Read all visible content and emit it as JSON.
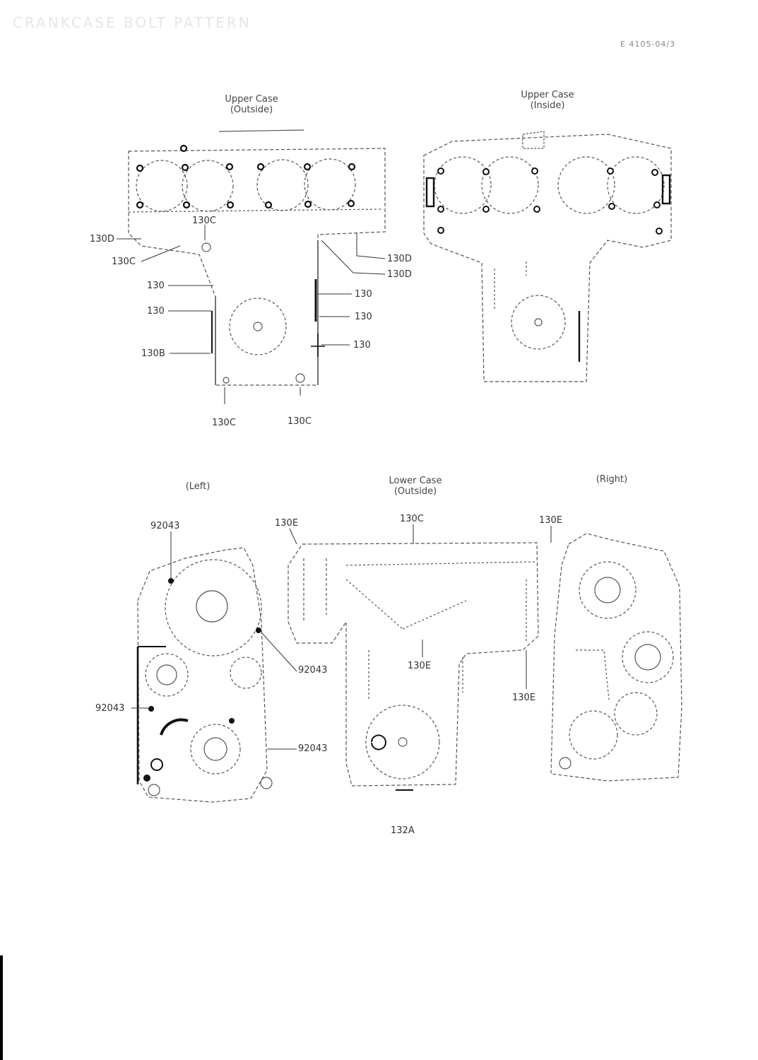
{
  "header": {
    "faint_title": "CRANKCASE BOLT PATTERN",
    "page_code": "E 4105-04/3"
  },
  "views": {
    "upper_outside": {
      "line1": "Upper Case",
      "line2": "(Outside)"
    },
    "upper_inside": {
      "line1": "Upper Case",
      "line2": "(Inside)"
    },
    "lower_left": {
      "line1": "(Left)"
    },
    "lower_outside": {
      "line1": "Lower Case",
      "line2": "(Outside)"
    },
    "lower_right": {
      "line1": "(Right)"
    }
  },
  "callouts": {
    "uo_top": "130C",
    "uo_left_1": "130D",
    "uo_left_2": "130C",
    "uo_left_3": "130",
    "uo_left_4": "130",
    "uo_left_5": "130B",
    "uo_right_1": "130D",
    "uo_right_2": "130D",
    "uo_right_3": "130",
    "uo_right_4": "130",
    "uo_right_5": "130",
    "uo_bottom_1": "130C",
    "uo_bottom_2": "130C",
    "l_92043_top": "92043",
    "l_92043_right": "92043",
    "l_92043_left": "92043",
    "l_92043_bottom": "92043",
    "lo_130e_left": "130E",
    "lo_130c_top": "130C",
    "lo_130e_right": "130E",
    "lo_130e_mid": "130E",
    "lo_130e_low": "130E",
    "lo_132a": "132A"
  },
  "colors": {
    "line": "#555555",
    "ink": "#111111",
    "background": "#ffffff"
  }
}
